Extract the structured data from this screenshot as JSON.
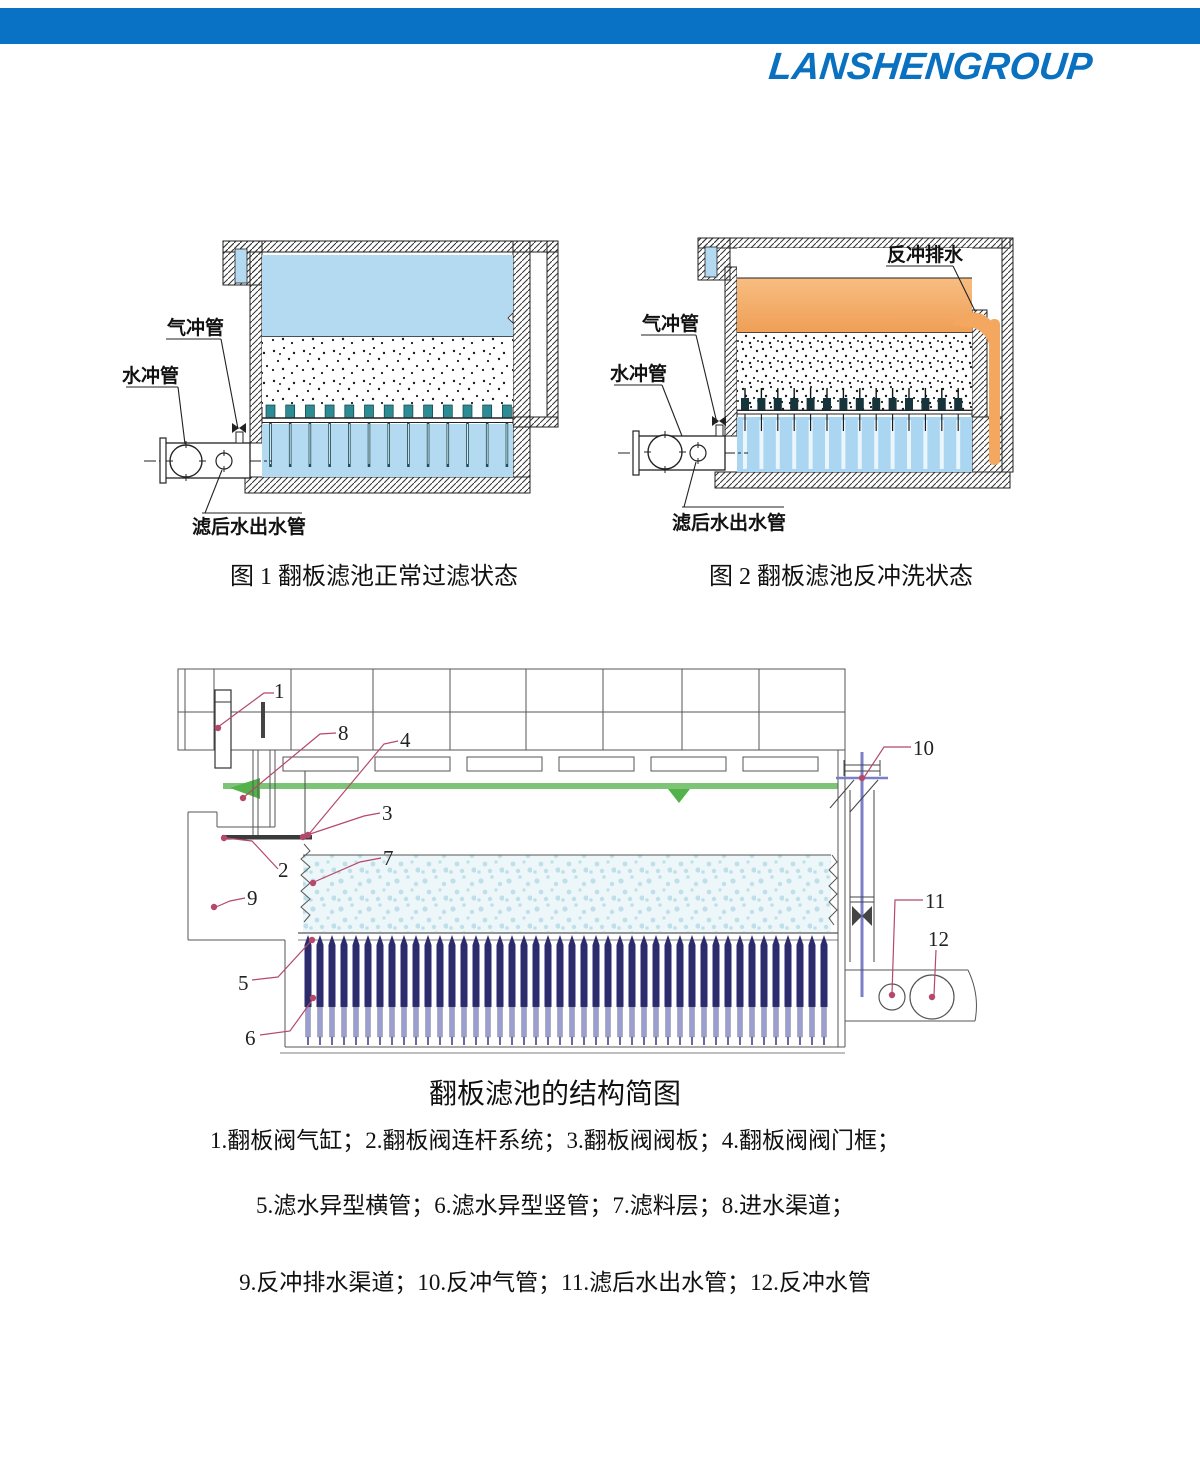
{
  "header": {
    "logo_text": "LANSHENGROUP"
  },
  "figures": {
    "fig1": {
      "caption": "图 1 翻板滤池正常过滤状态",
      "labels": {
        "air_flush_pipe": "气冲管",
        "water_flush_pipe": "水冲管",
        "filtered_outlet_pipe": "滤后水出水管"
      }
    },
    "fig2": {
      "caption": "图 2 翻板滤池反冲洗状态",
      "labels": {
        "air_flush_pipe": "气冲管",
        "water_flush_pipe": "水冲管",
        "filtered_outlet_pipe": "滤后水出水管",
        "backwash_drain": "反冲排水"
      }
    }
  },
  "structure_diagram": {
    "caption": "翻板滤池的结构简图",
    "callout_numbers": [
      "1",
      "2",
      "3",
      "4",
      "5",
      "6",
      "7",
      "8",
      "9",
      "10",
      "11",
      "12"
    ],
    "legend_lines": [
      "1.翻板阀气缸；2.翻板阀连杆系统；3.翻板阀阀板；4.翻板阀阀门框；",
      "5.滤水异型横管；6.滤水异型竖管；7.滤料层；8.进水渠道；",
      "9.反冲排水渠道；10.反冲气管；11.滤后水出水管；12.反冲水管"
    ]
  },
  "colors": {
    "header_bar": "#0a72c4",
    "logo_blue": "#0a70c0",
    "water_blue": "#b4daf2",
    "backwash_orange": "#f2a55e",
    "filter_speckle": "#b7dce8",
    "nozzle_navy": "#2b2b6d",
    "nozzle_teal": "#2d8b94",
    "waterline_green": "#6cc45e",
    "callout_red": "#b5486b"
  }
}
